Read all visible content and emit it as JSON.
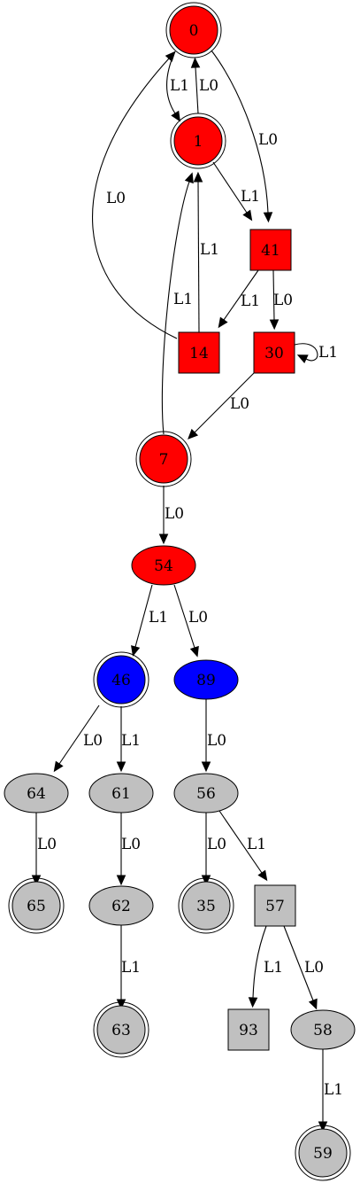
{
  "graph": {
    "colors": {
      "red": "#ff0000",
      "blue": "#0000ff",
      "gray": "#c0c0c0",
      "stroke": "#000000",
      "background": "#ffffff"
    },
    "nodes": [
      {
        "id": "0",
        "label": "0",
        "shape": "doublecircle",
        "fill": "red"
      },
      {
        "id": "1",
        "label": "1",
        "shape": "doublecircle",
        "fill": "red"
      },
      {
        "id": "41",
        "label": "41",
        "shape": "box",
        "fill": "red"
      },
      {
        "id": "14",
        "label": "14",
        "shape": "box",
        "fill": "red"
      },
      {
        "id": "30",
        "label": "30",
        "shape": "box",
        "fill": "red"
      },
      {
        "id": "7",
        "label": "7",
        "shape": "doublecircle",
        "fill": "red"
      },
      {
        "id": "54",
        "label": "54",
        "shape": "ellipse",
        "fill": "red"
      },
      {
        "id": "46",
        "label": "46",
        "shape": "doublecircle",
        "fill": "blue"
      },
      {
        "id": "89",
        "label": "89",
        "shape": "ellipse",
        "fill": "blue"
      },
      {
        "id": "64",
        "label": "64",
        "shape": "ellipse",
        "fill": "gray"
      },
      {
        "id": "61",
        "label": "61",
        "shape": "ellipse",
        "fill": "gray"
      },
      {
        "id": "56",
        "label": "56",
        "shape": "ellipse",
        "fill": "gray"
      },
      {
        "id": "65",
        "label": "65",
        "shape": "doublecircle",
        "fill": "gray"
      },
      {
        "id": "62",
        "label": "62",
        "shape": "ellipse",
        "fill": "gray"
      },
      {
        "id": "35",
        "label": "35",
        "shape": "doublecircle",
        "fill": "gray"
      },
      {
        "id": "57",
        "label": "57",
        "shape": "box",
        "fill": "gray"
      },
      {
        "id": "63",
        "label": "63",
        "shape": "doublecircle",
        "fill": "gray"
      },
      {
        "id": "93",
        "label": "93",
        "shape": "box",
        "fill": "gray"
      },
      {
        "id": "58",
        "label": "58",
        "shape": "ellipse",
        "fill": "gray"
      },
      {
        "id": "59",
        "label": "59",
        "shape": "doublecircle",
        "fill": "gray"
      }
    ],
    "edges": [
      {
        "from": "0",
        "to": "1",
        "label": "L1"
      },
      {
        "from": "1",
        "to": "0",
        "label": "L0"
      },
      {
        "from": "0",
        "to": "41",
        "label": "L0"
      },
      {
        "from": "1",
        "to": "41",
        "label": "L1"
      },
      {
        "from": "14",
        "to": "0",
        "label": "L0"
      },
      {
        "from": "14",
        "to": "1",
        "label": "L1"
      },
      {
        "from": "7",
        "to": "1",
        "label": "L1"
      },
      {
        "from": "41",
        "to": "14",
        "label": "L1"
      },
      {
        "from": "41",
        "to": "30",
        "label": "L0"
      },
      {
        "from": "30",
        "to": "30",
        "label": "L1"
      },
      {
        "from": "30",
        "to": "7",
        "label": "L0"
      },
      {
        "from": "7",
        "to": "54",
        "label": "L0"
      },
      {
        "from": "54",
        "to": "46",
        "label": "L1"
      },
      {
        "from": "54",
        "to": "89",
        "label": "L0"
      },
      {
        "from": "46",
        "to": "64",
        "label": "L0"
      },
      {
        "from": "46",
        "to": "61",
        "label": "L1"
      },
      {
        "from": "89",
        "to": "56",
        "label": "L0"
      },
      {
        "from": "64",
        "to": "65",
        "label": "L0"
      },
      {
        "from": "61",
        "to": "62",
        "label": "L0"
      },
      {
        "from": "56",
        "to": "35",
        "label": "L0"
      },
      {
        "from": "56",
        "to": "57",
        "label": "L1"
      },
      {
        "from": "62",
        "to": "63",
        "label": "L1"
      },
      {
        "from": "57",
        "to": "93",
        "label": "L1"
      },
      {
        "from": "57",
        "to": "58",
        "label": "L0"
      },
      {
        "from": "58",
        "to": "59",
        "label": "L1"
      }
    ]
  }
}
